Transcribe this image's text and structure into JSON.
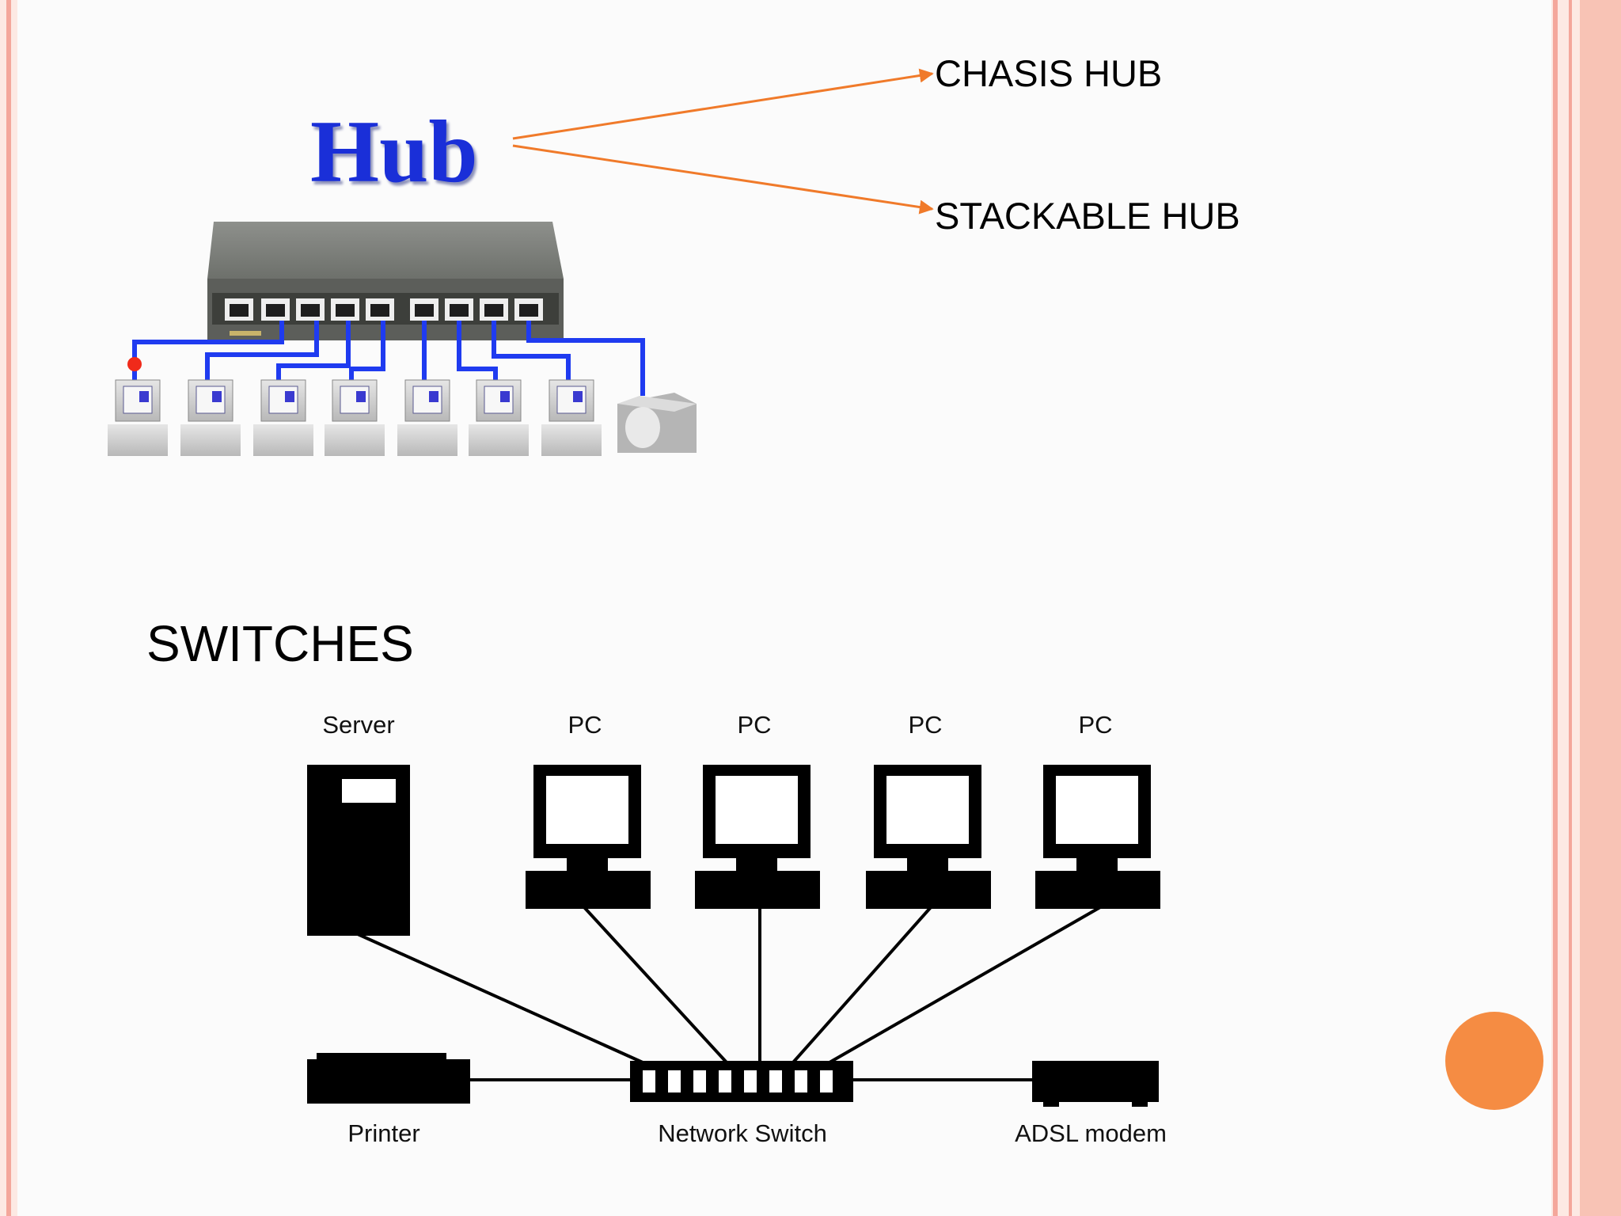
{
  "hub_section": {
    "hub_word": "Hub",
    "branches": [
      "CHASIS HUB",
      "STACKABLE HUB"
    ]
  },
  "switch_section": {
    "title": "SWITCHES",
    "diagram": {
      "top_labels": [
        "Server",
        "PC",
        "PC",
        "PC",
        "PC"
      ],
      "printer_label": "Printer",
      "switch_label": "Network Switch",
      "modem_label": "ADSL modem"
    }
  },
  "colors": {
    "frame_pink": "#f4a79b",
    "frame_border": "#f7c4b8",
    "arrow_orange": "#f07a2a",
    "accent_circle": "#f58c43",
    "hub_text_blue": "#1a2fd8",
    "cable_blue": "#1f3bf0"
  }
}
